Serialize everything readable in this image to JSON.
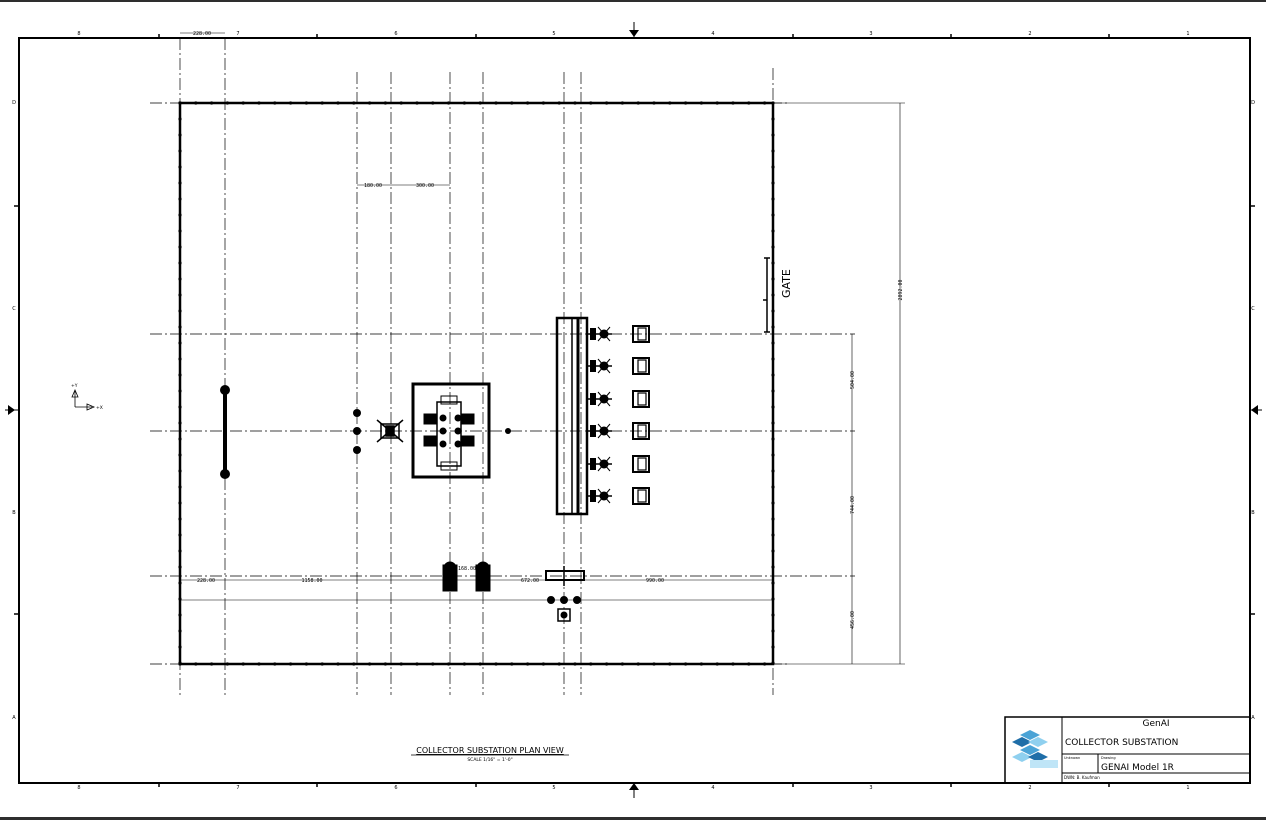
{
  "sheet": {
    "col_labels": [
      "8",
      "7",
      "6",
      "5",
      "4",
      "3",
      "2",
      "1"
    ],
    "row_labels": [
      "D",
      "C",
      "B",
      "A"
    ]
  },
  "axis": {
    "y_label": "+Y",
    "x_label": "+X"
  },
  "dimensions": {
    "top_left": "228.00",
    "spacing_a": "180.00",
    "spacing_b": "300.00",
    "bottom_a": "228.00",
    "bottom_b": "1158.00",
    "bottom_c": "672.00",
    "bottom_d": "990.00",
    "bottom_e": "168.00",
    "right_total": "2892.00",
    "right_a": "504.00",
    "right_b": "744.00",
    "right_c": "456.00"
  },
  "gate_label": "GATE",
  "view": {
    "title": "COLLECTOR SUBSTATION PLAN VIEW",
    "scale": "SCALE 1/16\" = 1'-0\""
  },
  "title_block": {
    "company": "GenAI",
    "project": "COLLECTOR SUBSTATION",
    "small_left": "Unknown",
    "small_right": "Drawing",
    "model": "GENAI Model 1R",
    "drawn_by": "DWN: B. Kaufman"
  },
  "colors": {
    "line": "#000000",
    "logo_a": "#4aa3d6",
    "logo_b": "#8fd0ef",
    "logo_c": "#1f6ea8"
  }
}
